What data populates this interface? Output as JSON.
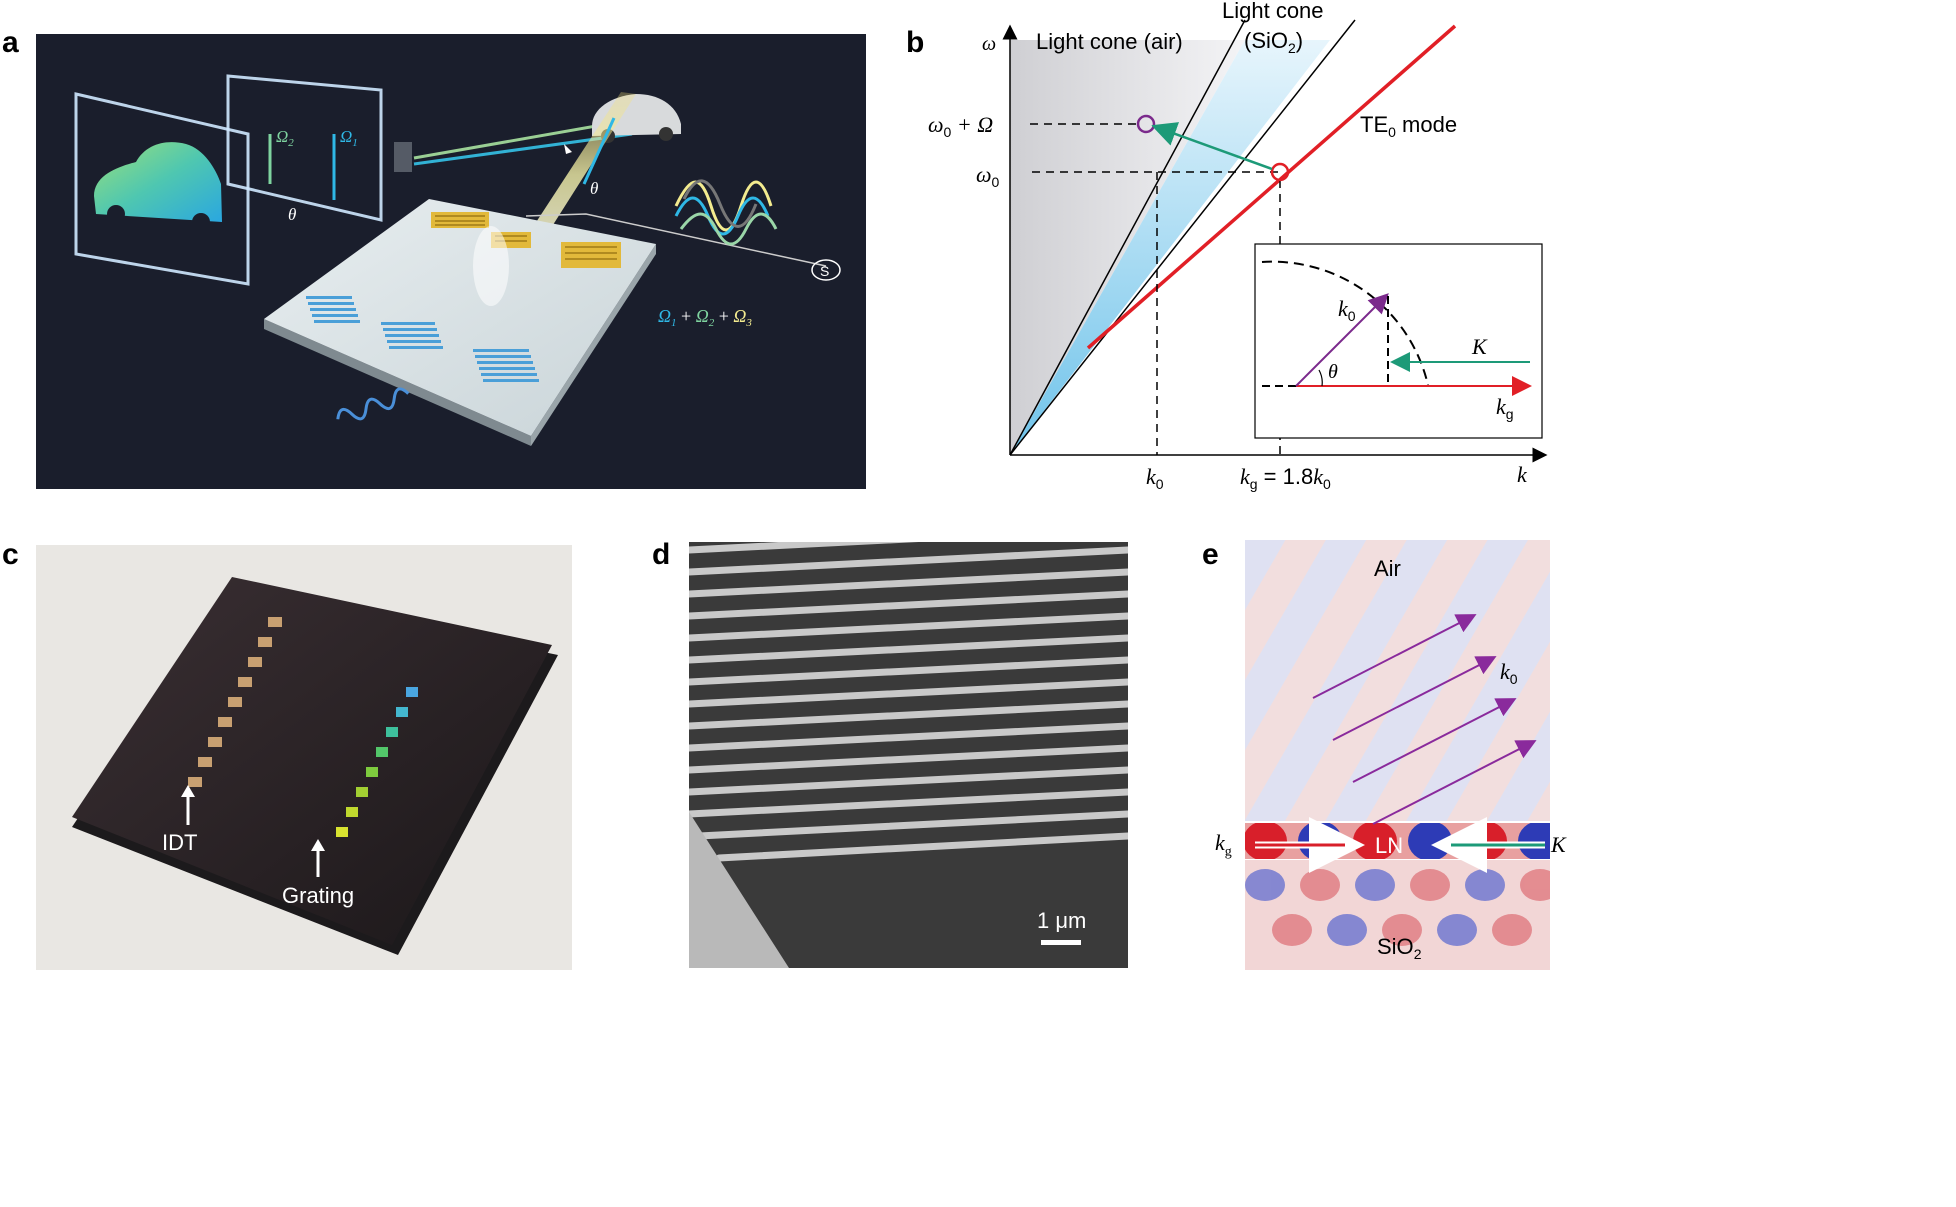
{
  "panel_labels": {
    "a": "a",
    "b": "b",
    "c": "c",
    "d": "d",
    "e": "e"
  },
  "panel_a": {
    "omega2": "Ω",
    "omega2_sub": "2",
    "omega1": "Ω",
    "omega1_sub": "1",
    "theta_screen": "θ",
    "theta_beam": "θ",
    "signal_symbol": "S",
    "sum_parts": [
      "Ω",
      "1",
      " + ",
      "Ω",
      "2",
      " + ",
      "Ω",
      "3"
    ]
  },
  "panel_b": {
    "y_axis": "ω",
    "x_axis": "k",
    "light_cone_air": "Light cone (air)",
    "light_cone_sio2_line1": "Light cone",
    "light_cone_sio2_line2_pre": "(SiO",
    "light_cone_sio2_sub": "2",
    "light_cone_sio2_line2_post": ")",
    "te0_pre": "TE",
    "te0_sub": "0",
    "te0_post": " mode",
    "tick_w0_plus": "ω",
    "tick_w0_plus_sub": "0",
    "tick_w0_plus_post": " + Ω",
    "tick_w0": "ω",
    "tick_w0_sub": "0",
    "tick_k0": "k",
    "tick_k0_sub": "0",
    "tick_kg": "k",
    "tick_kg_sub": "g",
    "tick_kg_post_pre": " = 1.8",
    "tick_kg_k": "k",
    "tick_kg_k_sub": "0",
    "inset": {
      "k0": "k",
      "k0_sub": "0",
      "K": "K",
      "theta": "θ",
      "kg": "k",
      "kg_sub": "g"
    },
    "colors": {
      "te0": "#e11f26",
      "k0_arrow": "#7b2a8c",
      "K_arrow": "#1d9a78",
      "sio2_cone": "#8fd3f2"
    }
  },
  "panel_c": {
    "idt": "IDT",
    "grating": "Grating"
  },
  "panel_d": {
    "scale": "1 μm"
  },
  "panel_e": {
    "air": "Air",
    "k0": "k",
    "k0_sub": "0",
    "kg": "k",
    "kg_sub": "g",
    "ln": "LN",
    "K": "K",
    "sio2": "SiO",
    "sio2_sub": "2"
  }
}
